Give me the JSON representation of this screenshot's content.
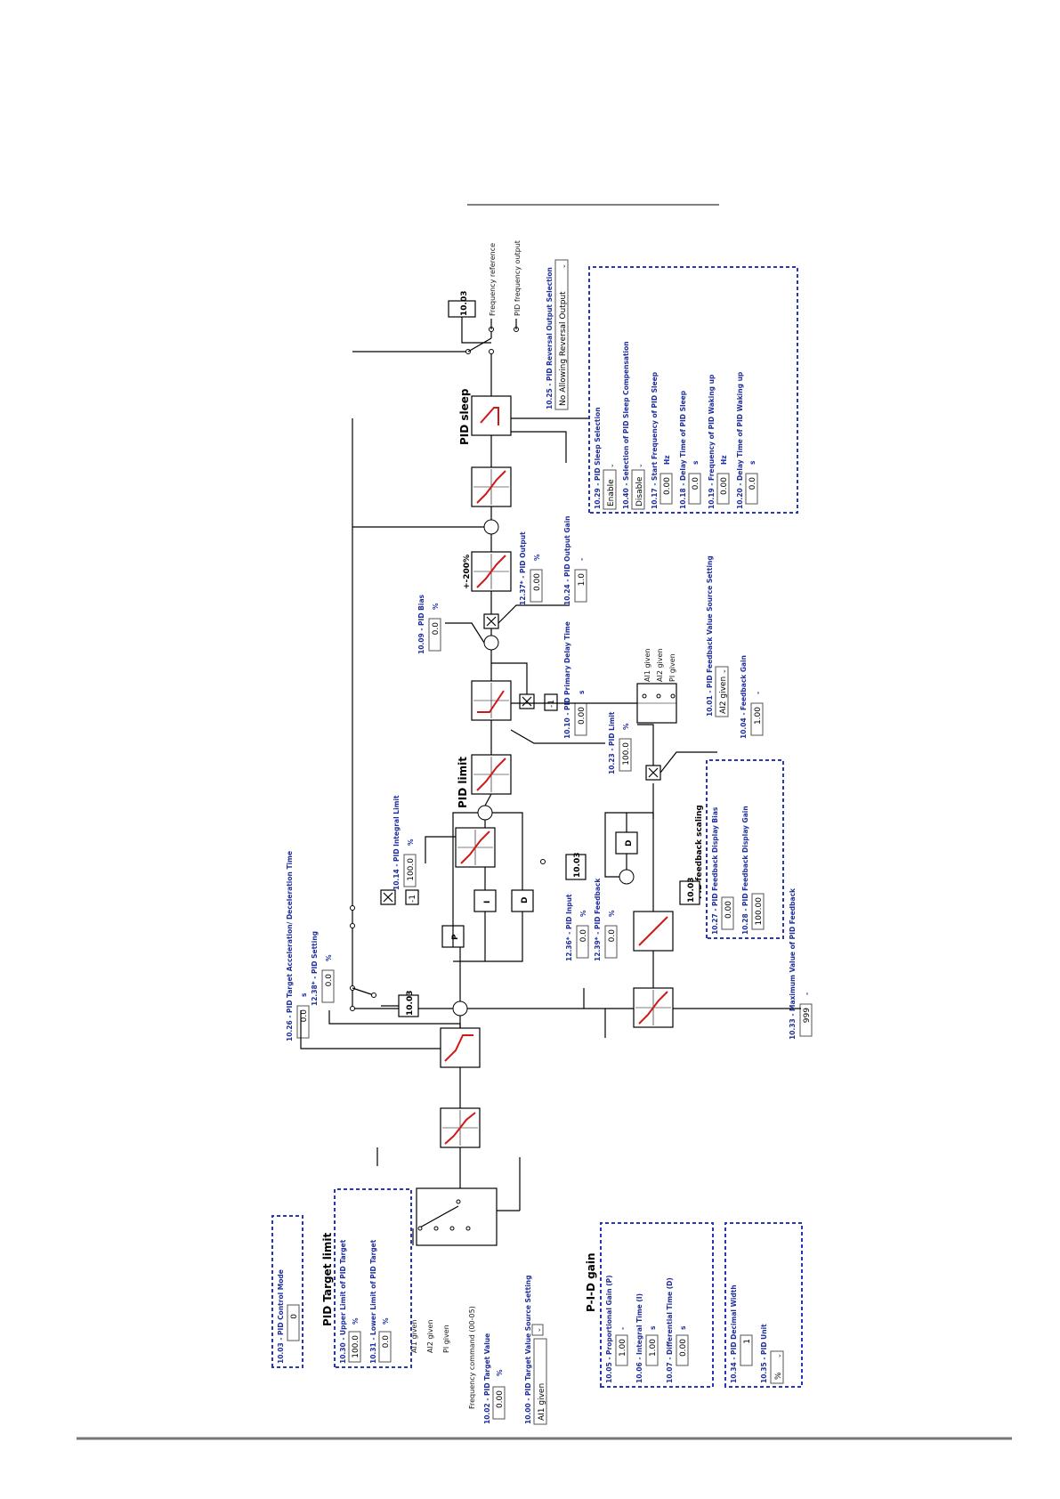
{
  "groups": {
    "control_mode": {
      "param": "10.03 - PID Control Mode",
      "value": "0"
    },
    "target_limit": {
      "title": "PID Target limit",
      "upper": {
        "param": "10.30 - Upper Limit of PID Target",
        "value": "100.0",
        "unit": "%"
      },
      "lower": {
        "param": "10.31 - Lower Limit of PID Target",
        "value": "0.0",
        "unit": "%"
      }
    },
    "pid_gain": {
      "title": "P-I-D gain",
      "p": {
        "param": "10.05 - Proportional Gain (P)",
        "value": "1.00",
        "unit": "-"
      },
      "i": {
        "param": "10.06 - Integral Time (I)",
        "value": "1.00",
        "unit": "s"
      },
      "d": {
        "param": "10.07 - Differential Time (D)",
        "value": "0.00",
        "unit": "s"
      }
    },
    "decimal": {
      "width": {
        "param": "10.34 - PID Decimal Width",
        "value": "1"
      },
      "unit": {
        "param": "10.35 - PID Unit",
        "value": "%"
      }
    },
    "sleep": {
      "selection": {
        "param": "10.29 - PID Sleep Selection",
        "value": "Enable"
      },
      "compensation": {
        "param": "10.40 - Selection of PID Sleep Compensation",
        "value": "Disable"
      },
      "start_freq": {
        "param": "10.17 - Start Frequency of PID Sleep",
        "value": "0.00",
        "unit": "Hz"
      },
      "delay_sleep": {
        "param": "10.18 - Delay Time of PID Sleep",
        "value": "0.0",
        "unit": "s"
      },
      "wake_freq": {
        "param": "10.19 - Frequency of PID Waking up",
        "value": "0.00",
        "unit": "Hz"
      },
      "delay_wake": {
        "param": "10.20 - Delay Time of PID Waking up",
        "value": "0.0",
        "unit": "s"
      }
    },
    "feedback_scaling": {
      "title": "PID feedback scaling",
      "bias": {
        "param": "10.27 - PID Feedback Display Bias",
        "value": "0.00"
      },
      "gain": {
        "param": "10.28 - PID Feedback Display Gain",
        "value": "100.00"
      }
    }
  },
  "params": {
    "target_value": {
      "param": "10.02 - PID Target Value",
      "value": "0.00",
      "unit": "%"
    },
    "target_source": {
      "param": "10.00 - PID Target Value Source Setting",
      "value": "AI1 given"
    },
    "accel_decel": {
      "param": "10.26 - PID Target Acceleration/ Deceleration Time",
      "value": "0.0",
      "unit": "s"
    },
    "pid_setting": {
      "param": "12.38* - PID Setting",
      "value": "0.0",
      "unit": "%"
    },
    "pid_input": {
      "param": "12.36* - PID Input",
      "value": "0.0",
      "unit": "%"
    },
    "pid_feedback": {
      "param": "12.39* - PID Feedback",
      "value": "0.0",
      "unit": "%"
    },
    "integral_limit": {
      "param": "10.14 - PID Integral Limit",
      "value": "100.0",
      "unit": "%"
    },
    "pid_limit": {
      "param": "10.23 - PID Limit",
      "value": "100.0",
      "unit": "%"
    },
    "primary_delay": {
      "param": "10.10 - PID Primary Delay Time",
      "value": "0.00",
      "unit": "s"
    },
    "pid_bias": {
      "param": "10.09 - PID Bias",
      "value": "0.0",
      "unit": "%"
    },
    "pid_output": {
      "param": "12.37* - PID Output",
      "value": "0.00",
      "unit": "%"
    },
    "output_gain": {
      "param": "10.24 - PID Output Gain",
      "value": "1.0",
      "unit": "-"
    },
    "reversal": {
      "param": "10.25 - PID Reversal Output Selection",
      "value": "No Allowing Reversal Output"
    },
    "fb_source": {
      "param": "10.01 - PID Feedback Value Source Setting",
      "value": "AI2 given"
    },
    "fb_gain": {
      "param": "10.04 - Feedback Gain",
      "value": "1.00",
      "unit": "-"
    },
    "max_fb": {
      "param": "10.33 - Maximum Value of PID Feedback",
      "value": "999",
      "unit": "-"
    }
  },
  "selector_inputs": [
    "AI1 given",
    "AI2 given",
    "PI given",
    "Frequency command (00-05)"
  ],
  "fb_inputs": [
    "AI1 given",
    "AI2 given",
    "PI given"
  ],
  "blocks": {
    "p": "P",
    "i": "I",
    "d": "D",
    "d2": "D",
    "neg1": "-1",
    "neg1b": "-1",
    "pid_limit": "PID limit",
    "pid_sleep": "PID sleep",
    "pct200": "+-200%",
    "ref1003": "10.03"
  },
  "outputs": {
    "freq_ref": "Frequency reference",
    "pid_freq": "PID frequency output"
  },
  "colors": {
    "border": "#2a36b8",
    "curve": "#d01818",
    "label": "#1f2f9a"
  }
}
